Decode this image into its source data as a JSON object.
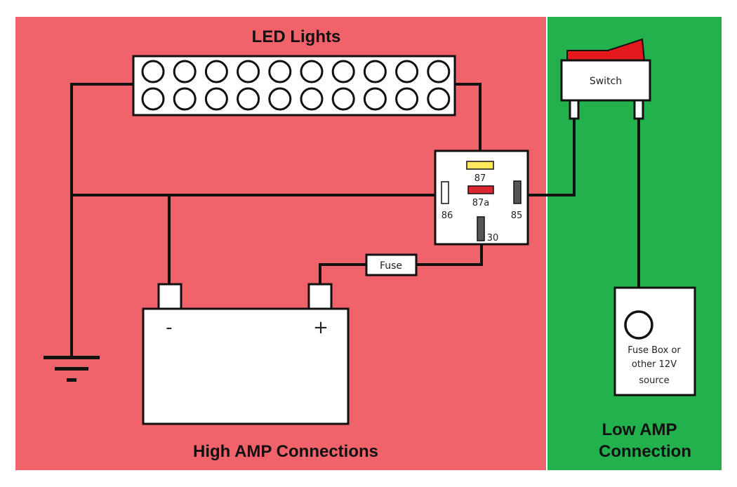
{
  "regions": {
    "high_amp": {
      "label": "High AMP Connections",
      "color": "#f0636a"
    },
    "low_amp": {
      "label_line1": "Low AMP",
      "label_line2": "Connection",
      "color": "#22b14c"
    }
  },
  "led_bar": {
    "title": "LED Lights",
    "rows": 2,
    "columns": 10
  },
  "relay": {
    "pins": {
      "p87": "87",
      "p87a": "87a",
      "p86": "86",
      "p85": "85",
      "p30": "30"
    },
    "colors": {
      "p87": "#ffe85a",
      "p87a": "#d9282f",
      "p86": "#ffffff",
      "p85": "#555555",
      "p30": "#555555"
    }
  },
  "fuse": {
    "label": "Fuse"
  },
  "battery": {
    "negative": "-",
    "positive": "+"
  },
  "switch": {
    "label": "Switch",
    "rocker_color": "#e3191d"
  },
  "source": {
    "line1": "Fuse Box or",
    "line2": "other 12V",
    "line3": "source"
  }
}
